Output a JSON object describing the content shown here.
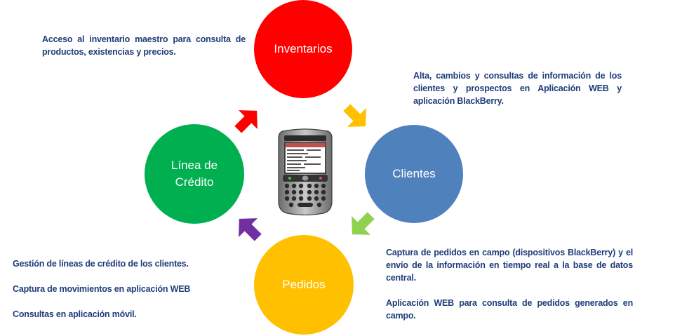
{
  "circles": {
    "inventarios": {
      "label": "Inventarios",
      "color": "#ff0000"
    },
    "clientes": {
      "label": "Clientes",
      "color": "#4f81bd"
    },
    "pedidos": {
      "label": "Pedidos",
      "color": "#ffc000"
    },
    "linea": {
      "line1": "Línea de",
      "line2": "Crédito",
      "color": "#00b050"
    }
  },
  "descriptions": {
    "inventarios": "Acceso al inventario maestro para consulta de productos, existencias y precios.",
    "clientes": "Alta, cambios y consultas de información de los clientes y prospectos en Aplicación WEB y aplicación BlackBerry.",
    "pedidos": {
      "p1": "Captura de pedidos en campo (dispositivos BlackBerry) y el envío de la información en tiempo real a la base  de datos central.",
      "p2": "Aplicación WEB para consulta de pedidos generados en campo."
    },
    "linea": {
      "p1": "Gestión de líneas de crédito de los clientes.",
      "p2": "Captura de movimientos en aplicación WEB",
      "p3": "Consultas en aplicación móvil."
    }
  },
  "arrow_colors": {
    "to_inventarios": "#ff0000",
    "to_clientes": "#ffc000",
    "to_pedidos": "#92d050",
    "to_linea": "#7030a0"
  },
  "device": {
    "icon": "smartphone-icon"
  }
}
